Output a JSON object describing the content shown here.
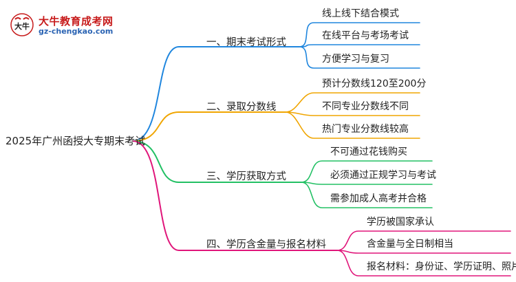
{
  "logo": {
    "name": "大牛教育成考网",
    "url": "gz-chengkao.com",
    "mark_text": "大牛"
  },
  "mindmap": {
    "root": "2025年广州函授大专期末考试",
    "branches": [
      {
        "label": "一、期末考试形式",
        "color": "#1f86de",
        "children": [
          "线上线下结合模式",
          "在线平台与考场考试",
          "方便学习与复习"
        ]
      },
      {
        "label": "二、录取分数线",
        "color": "#f0a500",
        "children": [
          "预计分数线120至200分",
          "不同专业分数线不同",
          "热门专业分数线较高"
        ]
      },
      {
        "label": "三、学历获取方式",
        "color": "#22c064",
        "children": [
          "不可通过花钱购买",
          "必须通过正规学习与考试",
          "需参加成人高考并合格"
        ]
      },
      {
        "label": "四、学历含金量与报名材料",
        "color": "#e0157a",
        "children": [
          "学历被国家承认",
          "含金量与全日制相当",
          "报名材料：身份证、学历证明、照片"
        ]
      }
    ]
  }
}
